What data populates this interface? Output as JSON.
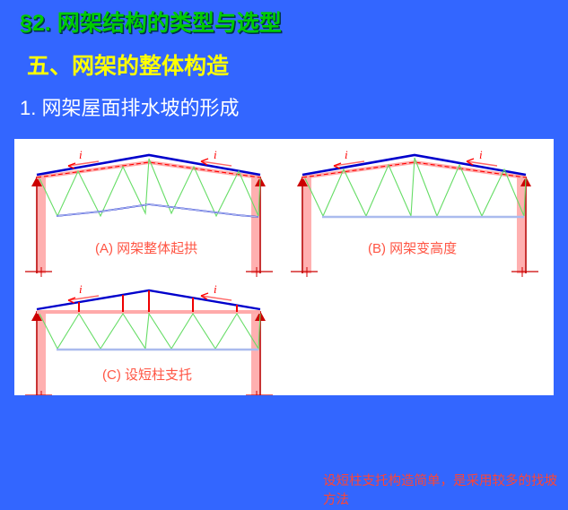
{
  "slide": {
    "background_color": "#3366FF",
    "heading_1": "§2. 网架结构的类型与选型",
    "heading_1_color": "#00CC00",
    "heading_2": "五、网架的整体构造",
    "heading_2_color": "#FFFF00",
    "heading_3": "1. 网架屋面排水坡的形成",
    "heading_3_color": "#FFFFFF"
  },
  "panel": {
    "background_color": "#FFFFFF",
    "figures": [
      {
        "id": "A",
        "caption": "(A) 网架整体起拱",
        "caption_color": "#FF5544",
        "slope_marks": [
          "i",
          "i"
        ],
        "description": "top chord cambered arch, curved bottom chord"
      },
      {
        "id": "B",
        "caption": "(B) 网架变高度",
        "caption_color": "#FF5544",
        "slope_marks": [
          "i",
          "i"
        ],
        "description": "gabled top chord, flat bottom chord, varying depth"
      },
      {
        "id": "C",
        "caption": "(C) 设短柱支托",
        "caption_color": "#FF5544",
        "slope_marks": [
          "i",
          "i"
        ],
        "description": "flat grid with short posts supporting sloped roof line"
      }
    ],
    "note": "设短柱支托构造简单，是采用较多的找坡方法",
    "note_color": "#FF4433",
    "colors": {
      "top_chord": "#0000CC",
      "chord_line": "#FFAAAA",
      "web_member": "#66DD66",
      "bottom_chord": "#AABBEE",
      "column": "#CC0000",
      "column_fill": "#FFAAAA",
      "dash_line": "#FF0000"
    }
  }
}
